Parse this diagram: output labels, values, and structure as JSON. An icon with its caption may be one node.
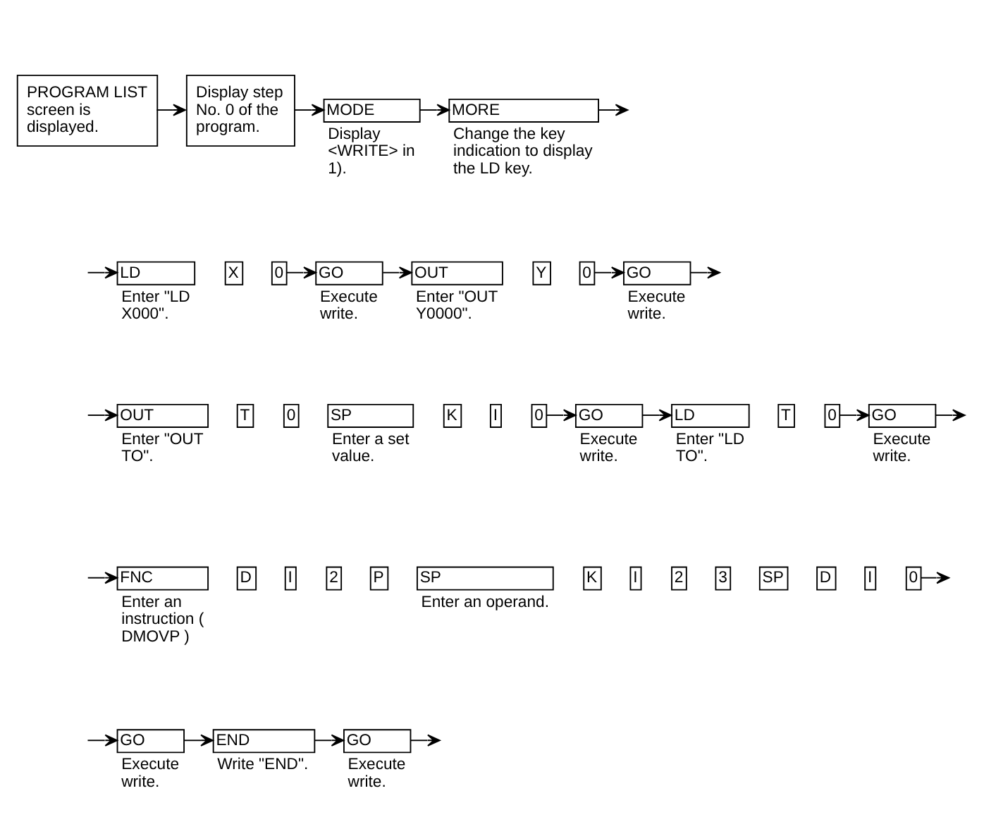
{
  "diagram": {
    "nodes": [
      {
        "text": [
          "PROGRAM LIST screen is displayed."
        ]
      },
      {
        "text": [
          "Display step No. 0 of the program."
        ]
      },
      {
        "text": [
          "MODE"
        ],
        "beside": [
          "Display <WRITE> in 1)."
        ]
      },
      {
        "text": [
          "MORE"
        ],
        "beside": [
          "Change the key indication to display the LD key."
        ]
      },
      {
        "text": [
          "LD"
        ],
        "beside": [
          "Enter \"LD X000\"."
        ]
      },
      {
        "text": [
          "X"
        ]
      },
      {
        "text": [
          "0"
        ]
      },
      {
        "text": [
          "GO"
        ],
        "beside": [
          "Execute write."
        ]
      },
      {
        "text": [
          "OUT"
        ],
        "beside": [
          "Enter \"OUT Y0000\"."
        ]
      },
      {
        "text": [
          "Y"
        ]
      },
      {
        "text": [
          "0"
        ]
      },
      {
        "text": [
          "GO"
        ],
        "beside": [
          "Execute write."
        ]
      },
      {
        "text": [
          "OUT"
        ],
        "beside": [
          "Enter \"OUT TO\"."
        ]
      },
      {
        "text": [
          "T"
        ]
      },
      {
        "text": [
          "0"
        ]
      },
      {
        "text": [
          "SP"
        ],
        "beside": [
          "Enter a set value."
        ]
      },
      {
        "text": [
          "K"
        ]
      },
      {
        "text": [
          "I"
        ]
      },
      {
        "text": [
          "0"
        ]
      },
      {
        "text": [
          "GO"
        ],
        "beside": [
          "Execute write."
        ]
      },
      {
        "text": [
          "LD"
        ],
        "beside": [
          "Enter \"LD TO\"."
        ]
      },
      {
        "text": [
          "T"
        ]
      },
      {
        "text": [
          "0"
        ]
      },
      {
        "text": [
          "GO"
        ],
        "beside": [
          "Execute write."
        ]
      },
      {
        "text": [
          "FNC"
        ],
        "beside": [
          "Enter an instruction ( DMOVP )"
        ]
      },
      {
        "text": [
          "D"
        ]
      },
      {
        "text": [
          "I"
        ]
      },
      {
        "text": [
          "2"
        ]
      },
      {
        "text": [
          "P"
        ]
      },
      {
        "text": [
          "SP"
        ],
        "beside": [
          "Enter an operand."
        ]
      },
      {
        "text": [
          "K"
        ]
      },
      {
        "text": [
          "I"
        ]
      },
      {
        "text": [
          "2"
        ]
      },
      {
        "text": [
          "3"
        ]
      },
      {
        "text": [
          "SP"
        ]
      },
      {
        "text": [
          "D"
        ]
      },
      {
        "text": [
          "I"
        ]
      },
      {
        "text": [
          "0"
        ]
      },
      {
        "text": [
          "GO"
        ],
        "beside": [
          "Execute write."
        ]
      },
      {
        "text": [
          "END"
        ],
        "beside": [
          "Write \"END\"."
        ]
      },
      {
        "text": [
          "GO"
        ],
        "beside": [
          "Execute write."
        ]
      }
    ],
    "edges": [
      {
        "from": 0,
        "to": 1,
        "arrow": "to"
      },
      {
        "from": 1,
        "to": 2,
        "arrow": "to"
      },
      {
        "from": 2,
        "to": 3,
        "arrow": "to"
      },
      {
        "from": 3,
        "to": null,
        "arrow": "to"
      },
      {
        "from": null,
        "to": 4,
        "arrow": "to"
      },
      {
        "from": 6,
        "to": 7,
        "arrow": "to"
      },
      {
        "from": 7,
        "to": 8,
        "arrow": "to"
      },
      {
        "from": 10,
        "to": 11,
        "arrow": "to"
      },
      {
        "from": 11,
        "to": null,
        "arrow": "to"
      },
      {
        "from": null,
        "to": 12,
        "arrow": "to"
      },
      {
        "from": 18,
        "to": 19,
        "arrow": "to"
      },
      {
        "from": 19,
        "to": 20,
        "arrow": "to"
      },
      {
        "from": 22,
        "to": 23,
        "arrow": "to"
      },
      {
        "from": 23,
        "to": null,
        "arrow": "to"
      },
      {
        "from": null,
        "to": 24,
        "arrow": "to"
      },
      {
        "from": 37,
        "to": null,
        "arrow": "to"
      },
      {
        "from": null,
        "to": 38,
        "arrow": "to"
      },
      {
        "from": 38,
        "to": 39,
        "arrow": "to"
      },
      {
        "from": 39,
        "to": 40,
        "arrow": "to"
      },
      {
        "from": 40,
        "to": null,
        "arrow": "to"
      }
    ]
  }
}
